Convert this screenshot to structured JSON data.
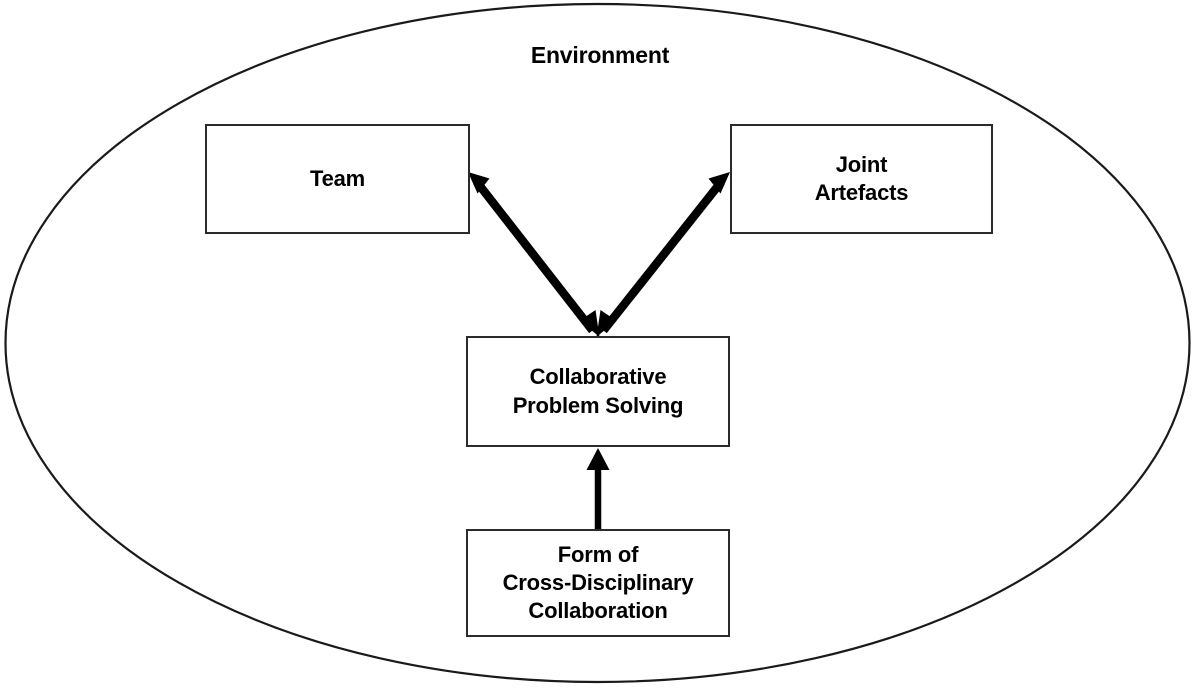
{
  "diagram": {
    "title": "Environment",
    "boundary": {
      "shape": "ellipse",
      "label": "Environment",
      "stroke_color": "#1a1a1a",
      "fill_color": "#ffffff"
    },
    "nodes": [
      {
        "id": "team",
        "label": "Team",
        "shape": "rectangle",
        "stroke_color": "#2b2b2b",
        "fill_color": "#ffffff"
      },
      {
        "id": "joint-artefacts",
        "label": "Joint\nArtefacts",
        "shape": "rectangle",
        "stroke_color": "#2b2b2b",
        "fill_color": "#ffffff"
      },
      {
        "id": "collaborative-problem-solving",
        "label": "Collaborative\nProblem Solving",
        "shape": "rectangle",
        "stroke_color": "#2b2b2b",
        "fill_color": "#ffffff"
      },
      {
        "id": "form-of-collaboration",
        "label": "Form of\nCross-Disciplinary\nCollaboration",
        "shape": "rectangle",
        "stroke_color": "#2b2b2b",
        "fill_color": "#ffffff"
      }
    ],
    "edges": [
      {
        "id": "edge-team-cps",
        "from": "collaborative-problem-solving",
        "to": "team",
        "direction": "bidirectional",
        "style": "solid",
        "color": "#000000"
      },
      {
        "id": "edge-joint-artefacts-cps",
        "from": "collaborative-problem-solving",
        "to": "joint-artefacts",
        "direction": "bidirectional",
        "style": "solid",
        "color": "#000000"
      },
      {
        "id": "edge-form-cps",
        "from": "form-of-collaboration",
        "to": "collaborative-problem-solving",
        "direction": "unidirectional",
        "style": "solid",
        "color": "#000000"
      }
    ]
  }
}
